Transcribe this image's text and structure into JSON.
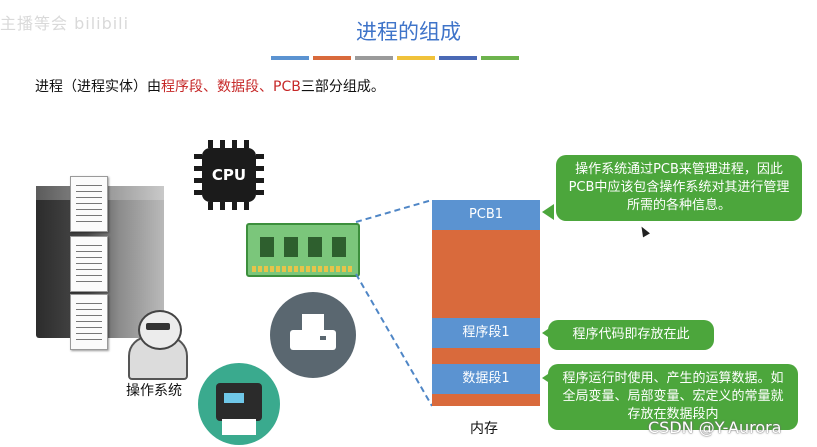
{
  "watermark_top": "主播等会 bilibili",
  "title": "进程的组成",
  "color_strip": [
    "#5b93d1",
    "#d96a3c",
    "#9a9a9a",
    "#f0c23a",
    "#4a69b5",
    "#6db34d"
  ],
  "intro": {
    "prefix": "进程（进程实体）由",
    "highlight": "程序段、数据段、PCB",
    "suffix": "三部分组成。"
  },
  "left": {
    "os_label": "操作系统",
    "cpu_label": "CPU"
  },
  "memory": {
    "segments": {
      "pcb": "PCB1",
      "program": "程序段1",
      "data": "数据段1"
    },
    "label": "内存"
  },
  "callouts": {
    "pcb": "操作系统通过PCB来管理进程，因此PCB中应该包含操作系统对其进行管理所需的各种信息。",
    "program": "程序代码即存放在此",
    "data": "程序运行时使用、产生的运算数据。如全局变量、局部变量、宏定义的常量就存放在数据段内"
  },
  "footer_watermark": "CSDN @Y-Aurora"
}
